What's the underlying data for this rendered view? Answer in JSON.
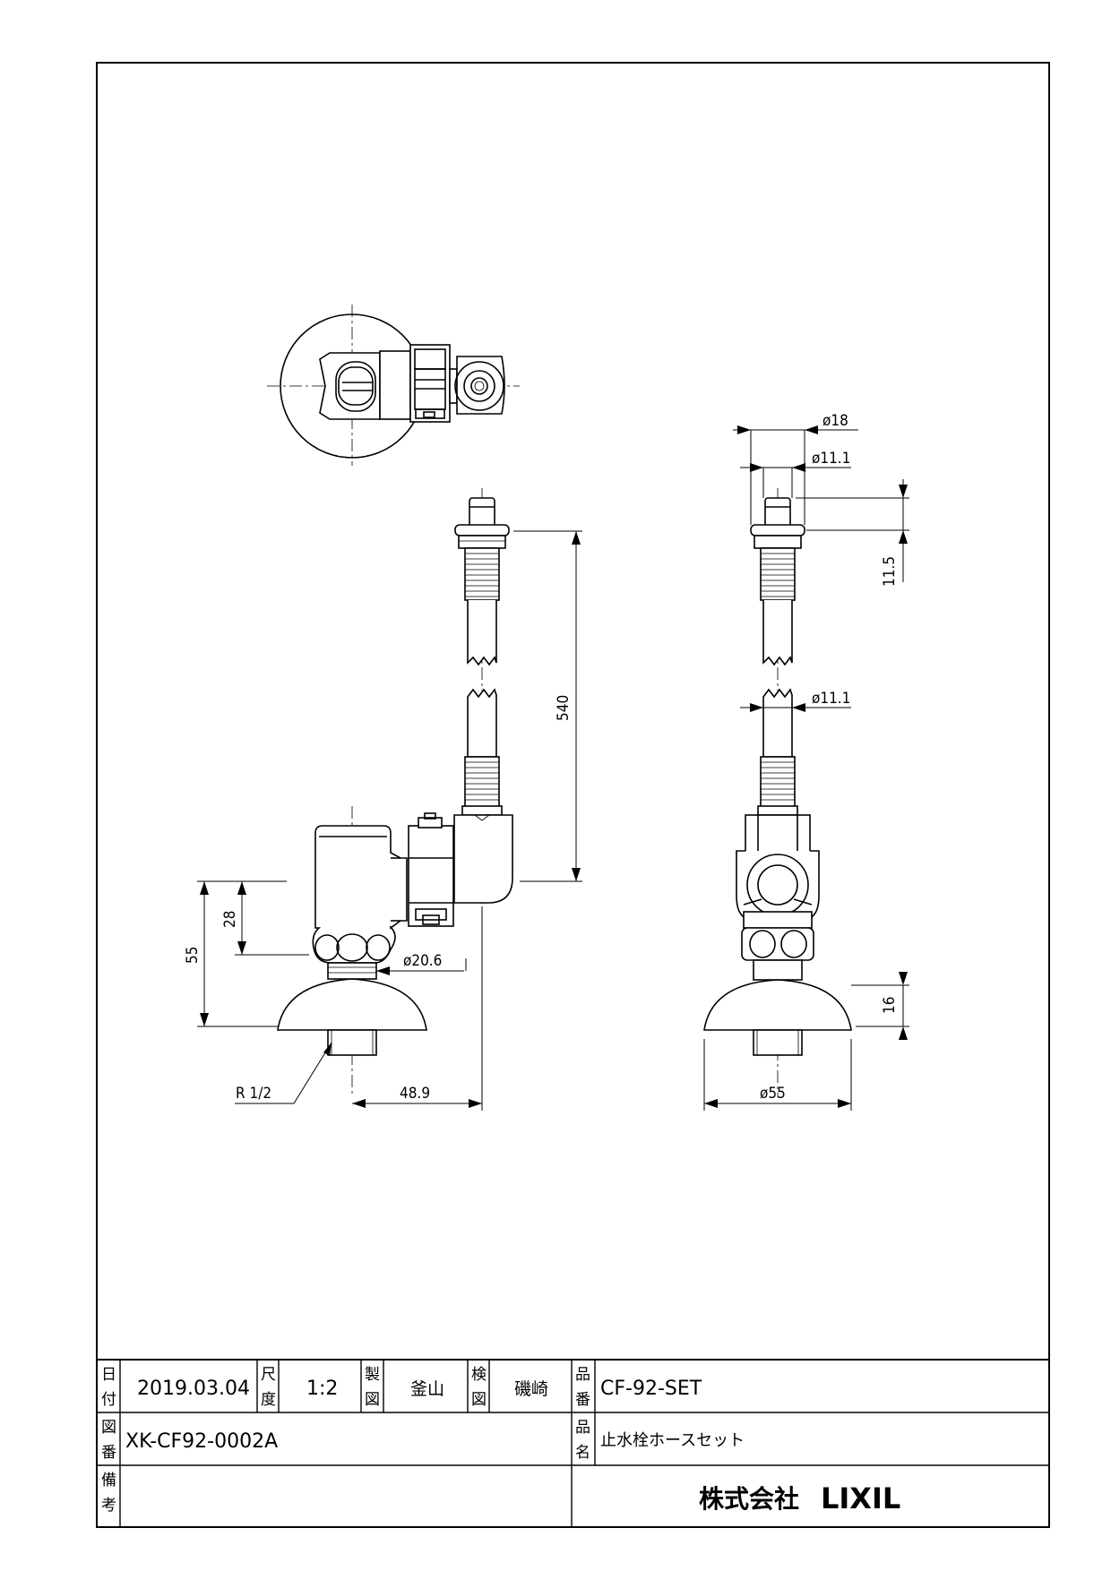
{
  "dimensions": {
    "d18": "ø18",
    "d11_1_top": "ø11.1",
    "d11_5": "11.5",
    "d540": "540",
    "d11_1_mid": "ø11.1",
    "d28": "28",
    "d55_height": "55",
    "d20_6": "ø20.6",
    "d16": "16",
    "r12": "R 1/2",
    "d48_9": "48.9",
    "d55_dia": "ø55"
  },
  "title_block": {
    "date_label_1": "日",
    "date_label_2": "付",
    "date": "2019.03.04",
    "scale_label_1": "尺",
    "scale_label_2": "度",
    "scale": "1:2",
    "drawn_label_1": "製",
    "drawn_label_2": "図",
    "drawn_by": "釜山",
    "checked_label_1": "検",
    "checked_label_2": "図",
    "checked_by": "磯崎",
    "part_no_label_1": "品",
    "part_no_label_2": "番",
    "part_no": "CF-92-SET",
    "drawing_no_label_1": "図",
    "drawing_no_label_2": "番",
    "drawing_no": "XK-CF92-0002A",
    "product_name_label_1": "品",
    "product_name_label_2": "名",
    "product_name": "止水栓ホースセット",
    "remarks_label_1": "備",
    "remarks_label_2": "考",
    "company_jp": "株式会社",
    "company_en": "LIXIL"
  }
}
